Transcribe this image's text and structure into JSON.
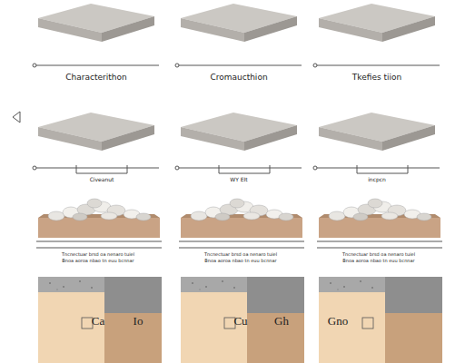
{
  "diagram": {
    "labels": [
      "Characterithon",
      "Cromaucthion",
      "Tkefies tiion",
      "Civeanut",
      "WY EIt",
      "incpcn",
      "Tncnectuar brsd oa nenaro tuiel",
      "Bnoa aoroa nbao tn euu bcnnar",
      "Tncnectuar brsd oa nenaro tuiel",
      "Bnoa aoroa nbao tn euu bcnnar",
      "Tncnectuar brsd oa nenaro tuiel",
      "Bnoa aoroa nbao tn euu bcnnar",
      "Ca",
      "Io",
      "Cu",
      "Gh",
      "Gno"
    ]
  }
}
